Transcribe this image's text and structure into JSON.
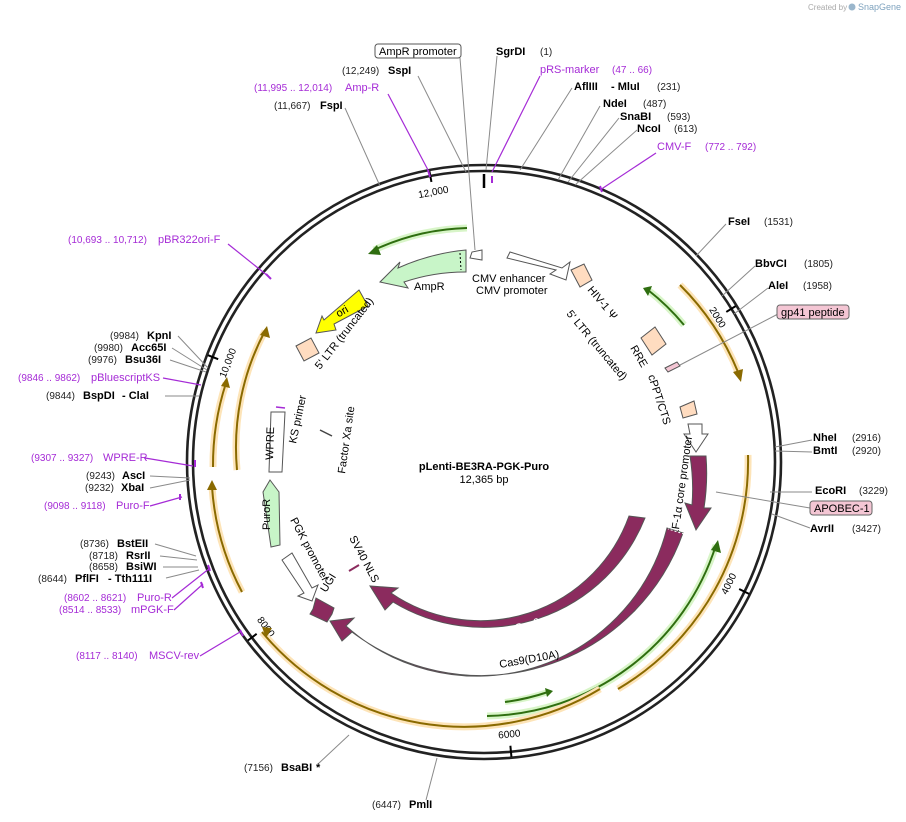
{
  "brand": {
    "created_by": "Created by",
    "logo_text": "SnapGene"
  },
  "plasmid": {
    "name": "pLenti-BE3RA-PGK-Puro",
    "size": "12,365 bp",
    "length_bp": 12365
  },
  "colors": {
    "backbone": "#222222",
    "primer": "#a52bd6",
    "orf_outer": "#f2a83b",
    "orf_inner": "#8a6a00",
    "orf_green": "#4ea82a",
    "cas9": "#8b2b5e",
    "ampR_fill": "#c8f5c8",
    "ori_fill": "#ffff00",
    "ltr_fill": "#ffdcc0",
    "promoter_fill": "#ffffff",
    "gp41_fill": "#f4c6d4"
  },
  "scale_ticks": [
    {
      "bp": 2000,
      "label": "2000"
    },
    {
      "bp": 4000,
      "label": "4000"
    },
    {
      "bp": 6000,
      "label": "6000"
    },
    {
      "bp": 8000,
      "label": "8000"
    },
    {
      "bp": 10000,
      "label": "10,000"
    },
    {
      "bp": 12000,
      "label": "12,000"
    }
  ],
  "enzymes_right": [
    {
      "name": "SgrDI",
      "pos": "(1)"
    },
    {
      "name": "AflIII",
      "extra": " - MluI",
      "pos": "(231)"
    },
    {
      "name": "NdeI",
      "pos": "(487)"
    },
    {
      "name": "SnaBI",
      "pos": "(593)"
    },
    {
      "name": "NcoI",
      "pos": "(613)"
    },
    {
      "name": "FseI",
      "pos": "(1531)"
    },
    {
      "name": "BbvCI",
      "pos": "(1805)"
    },
    {
      "name": "AleI",
      "pos": "(1958)"
    },
    {
      "name": "NheI",
      "pos": "(2916)"
    },
    {
      "name": "BmtI",
      "pos": "(2920)"
    },
    {
      "name": "EcoRI",
      "pos": "(3229)"
    },
    {
      "name": "AvrII",
      "pos": "(3427)"
    }
  ],
  "enzymes_left": [
    {
      "name": "SspI",
      "pos": "(12,249)"
    },
    {
      "name": "FspI",
      "pos": "(11,667)"
    },
    {
      "name": "KpnI",
      "pos": "(9984)"
    },
    {
      "name": "Acc65I",
      "pos": "(9980)"
    },
    {
      "name": "Bsu36I",
      "pos": "(9976)"
    },
    {
      "name": "BspDI",
      "extra": " - ClaI",
      "pos": "(9844)"
    },
    {
      "name": "AscI",
      "pos": "(9243)"
    },
    {
      "name": "XbaI",
      "pos": "(9232)"
    },
    {
      "name": "BstEII",
      "pos": "(8736)"
    },
    {
      "name": "RsrII",
      "pos": "(8718)"
    },
    {
      "name": "BsiWI",
      "pos": "(8658)"
    },
    {
      "name": "PflFI",
      "extra": " - Tth111I",
      "pos": "(8644)"
    }
  ],
  "enzymes_bottom": [
    {
      "name": "BsaBI",
      "extra": " *",
      "pos": "(7156)"
    },
    {
      "name": "PmlI",
      "pos": "(6447)"
    }
  ],
  "primers": [
    {
      "name": "pRS-marker",
      "pos": "(47 .. 66)"
    },
    {
      "name": "CMV-F",
      "pos": "(772 .. 792)"
    },
    {
      "name": "Amp-R",
      "pos": "(11,995 .. 12,014)"
    },
    {
      "name": "pBR322ori-F",
      "pos": "(10,693 .. 10,712)"
    },
    {
      "name": "pBluescriptKS",
      "pos": "(9846 .. 9862)"
    },
    {
      "name": "WPRE-R",
      "pos": "(9307 .. 9327)"
    },
    {
      "name": "Puro-F",
      "pos": "(9098 .. 9118)"
    },
    {
      "name": "Puro-R",
      "pos": "(8602 .. 8621)"
    },
    {
      "name": "mPGK-F",
      "pos": "(8514 .. 8533)"
    },
    {
      "name": "MSCV-rev",
      "pos": "(8117 .. 8140)"
    }
  ],
  "boxed_labels": {
    "ampr_promoter": "AmpR promoter",
    "gp41": "gp41 peptide",
    "apobec": "APOBEC-1"
  },
  "features": {
    "cmv_enhancer": "CMV enhancer",
    "cmv_promoter": "CMV promoter",
    "ampr": "AmpR",
    "ori": "ori",
    "ltr_left": "5' LTR (truncated)",
    "ltr_right": "5' LTR (truncated)",
    "hiv_psi": "HIV-1 Ψ",
    "rre": "RRE",
    "cppt": "cPPT/CTS",
    "ef1a": "EF-1α core promoter",
    "cas9": "Cas9",
    "cas9_d10a": "Cas9(D10A)",
    "ugi": "UGI",
    "sv40_nls": "SV40 NLS",
    "pgk": "PGK promoter",
    "puror": "PuroR",
    "wpre": "WPRE",
    "ks_primer": "KS primer",
    "factor_xa": "Factor Xa site"
  }
}
